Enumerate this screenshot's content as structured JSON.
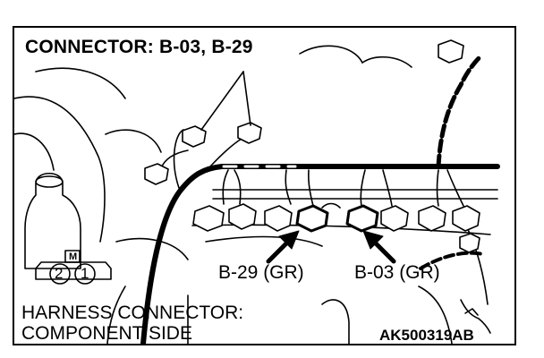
{
  "diagram": {
    "title": "CONNECTOR: B-03, B-29",
    "callouts": [
      {
        "id": "b29",
        "text": "B-29 (GR)"
      },
      {
        "id": "b03",
        "text": "B-03 (GR)"
      }
    ],
    "caption_lines": [
      "HARNESS CONNECTOR:",
      "COMPONENT SIDE"
    ],
    "figure_code": "AK500319AB",
    "connector_mark": {
      "marker": "M",
      "pins": [
        "2",
        "1"
      ]
    }
  },
  "colors": {
    "ink": "#000000",
    "paper": "#ffffff"
  }
}
